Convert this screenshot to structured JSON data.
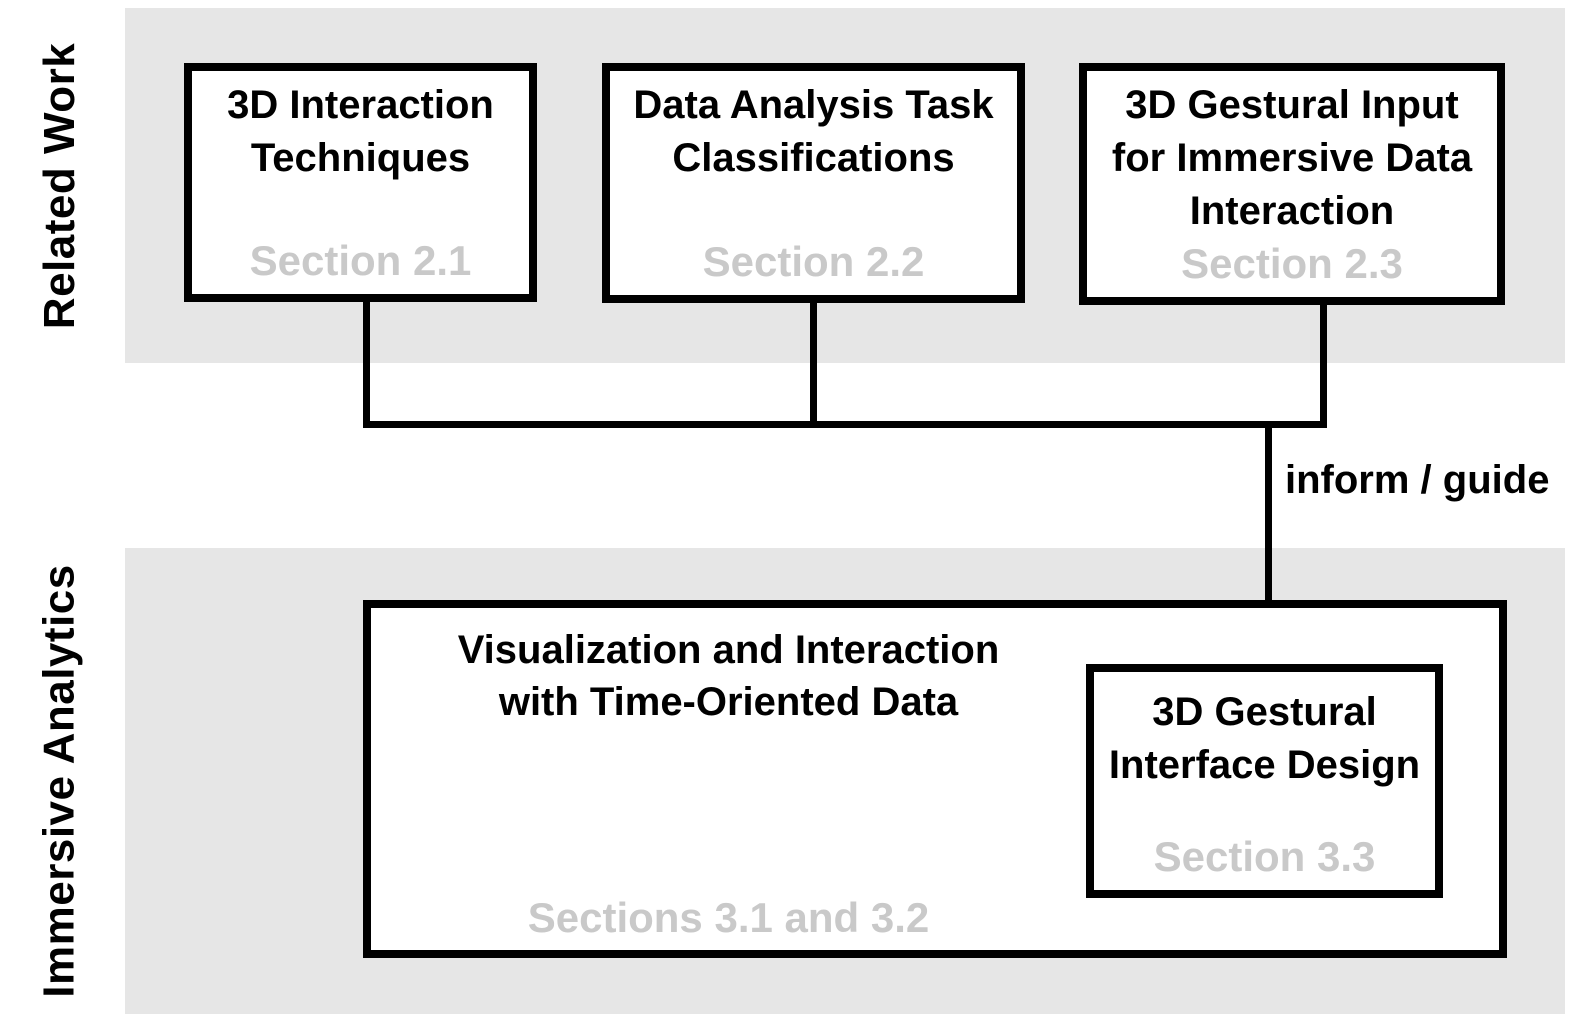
{
  "lanes": {
    "related_work": {
      "label": "Related Work"
    },
    "immersive_analytics": {
      "label": "Immersive Analytics"
    }
  },
  "related_work_boxes": [
    {
      "title": "3D Interaction\nTechniques",
      "section": "Section 2.1"
    },
    {
      "title": "Data Analysis Task\nClassifications",
      "section": "Section 2.2"
    },
    {
      "title": "3D Gestural Input\nfor Immersive Data\nInteraction",
      "section": "Section 2.3"
    }
  ],
  "arrow": {
    "label": "inform / guide"
  },
  "immersive_analytics_boxes": {
    "main": {
      "title": "Visualization and Interaction\nwith Time-Oriented Data",
      "section": "Sections 3.1 and 3.2"
    },
    "inner": {
      "title": "3D Gestural\nInterface Design",
      "section": "Section 3.3"
    }
  },
  "colors": {
    "lane_band": "#e6e6e6",
    "section_label": "#c9c9c9",
    "line": "#000000",
    "box_background": "#ffffff"
  }
}
